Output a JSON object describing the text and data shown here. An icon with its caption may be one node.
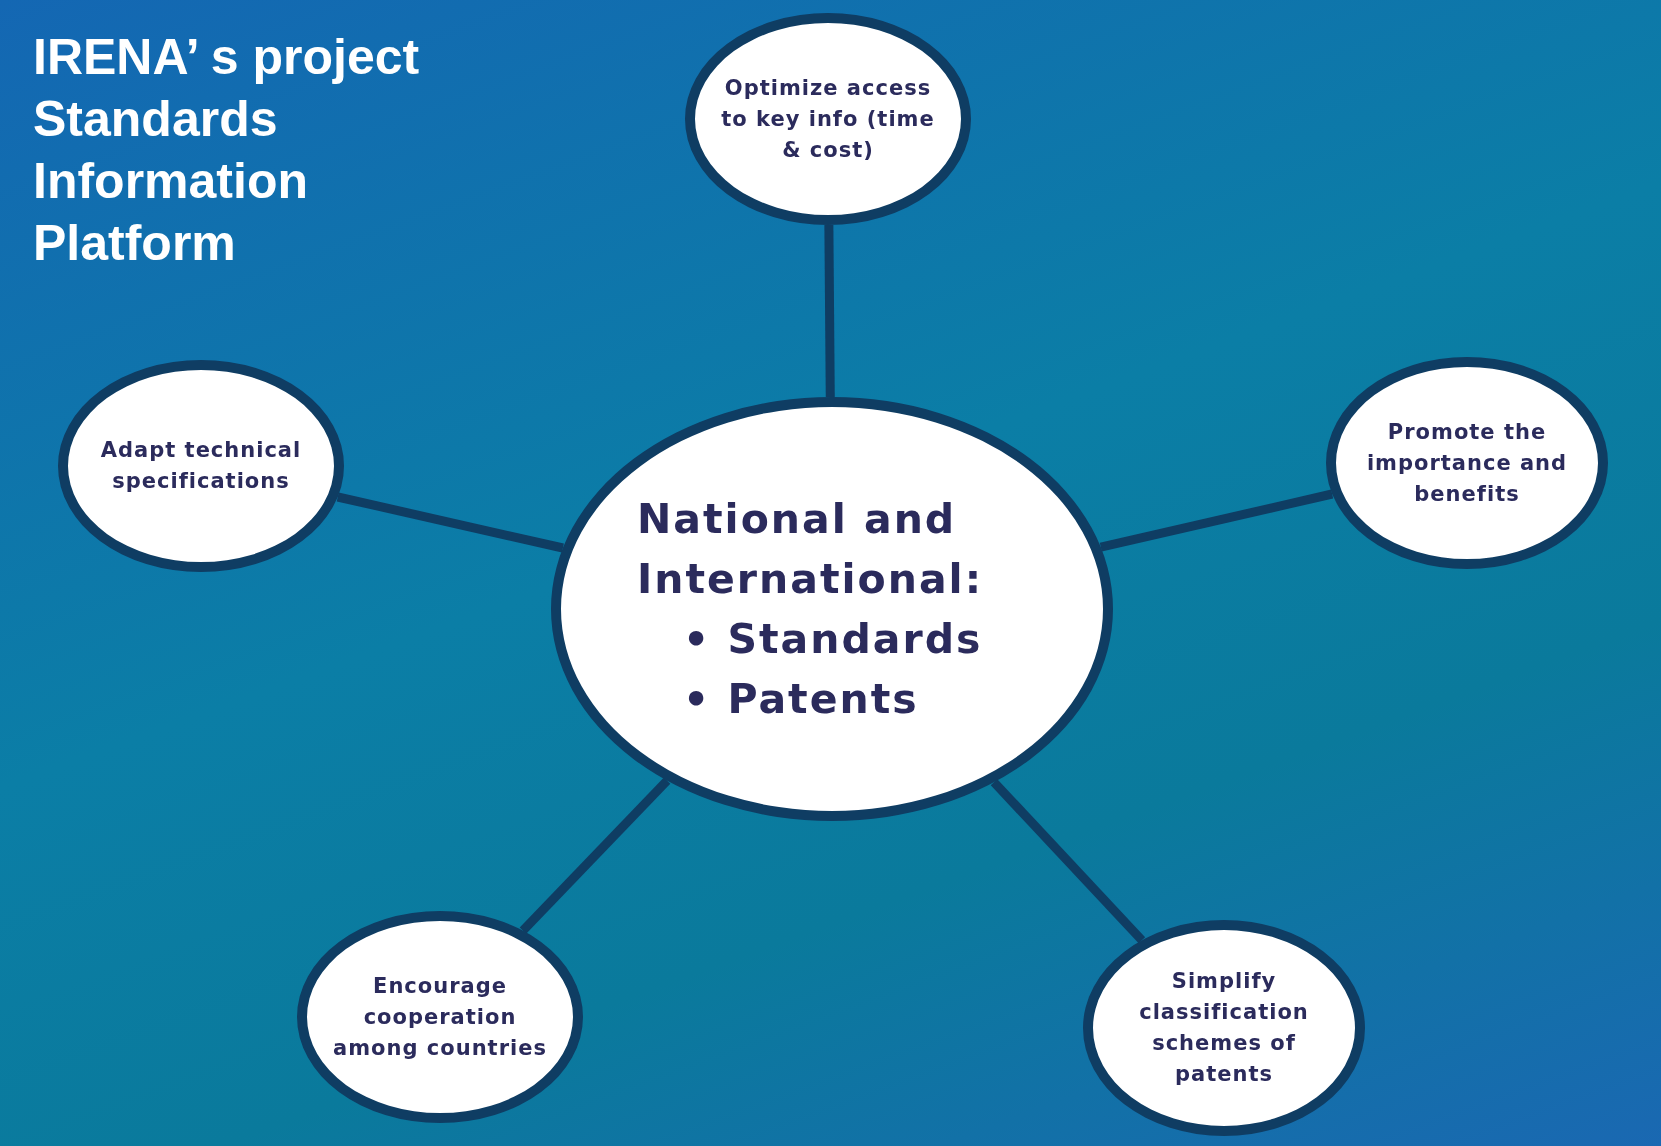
{
  "diagram": {
    "title": "IRENA’ s project Standards Information Platform",
    "nodes": [
      {
        "text": [
          "Optimize access to key info (time & cost)"
        ]
      },
      {
        "text": [
          "Adapt technical specifications"
        ]
      },
      {
        "text": [
          "National and International:",
          "• Standards",
          "• Patents"
        ]
      },
      {
        "text": [
          "Promote the importance and benefits"
        ]
      },
      {
        "text": [
          "Encourage cooperation among countries"
        ]
      },
      {
        "text": [
          "Simplify classification schemes of patents"
        ]
      }
    ],
    "edges": [
      {
        "from": 2,
        "to": 0,
        "arrow": "none"
      },
      {
        "from": 2,
        "to": 1,
        "arrow": "none"
      },
      {
        "from": 2,
        "to": 3,
        "arrow": "none"
      },
      {
        "from": 2,
        "to": 4,
        "arrow": "none"
      },
      {
        "from": 2,
        "to": 5,
        "arrow": "none"
      }
    ]
  }
}
